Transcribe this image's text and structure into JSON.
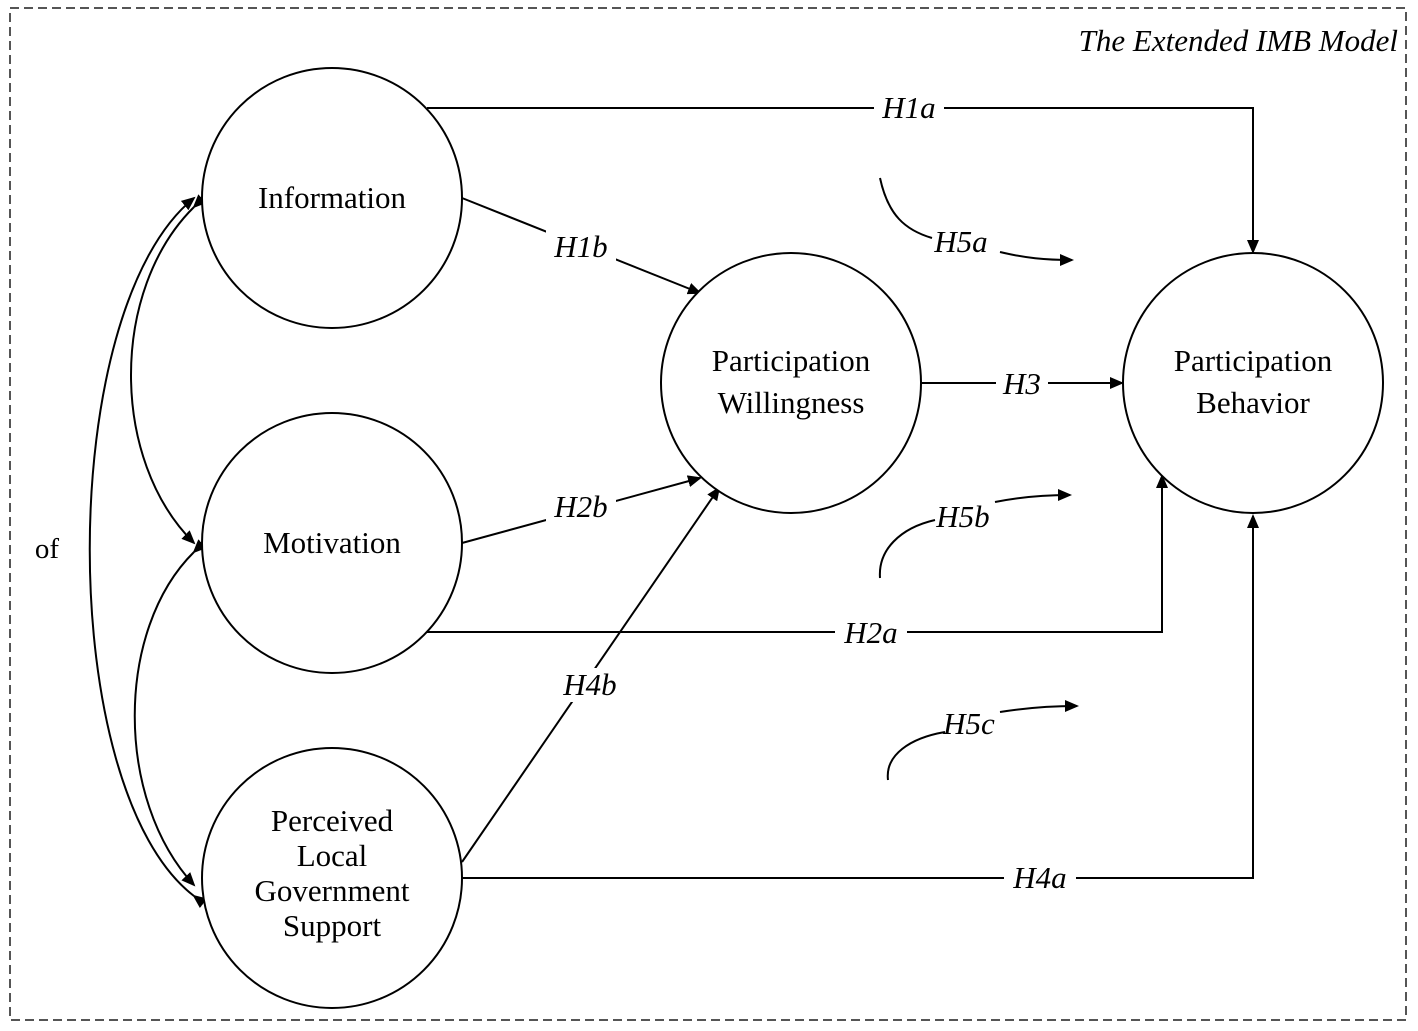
{
  "title": "The Extended IMB Model",
  "side_label": "of",
  "nodes": {
    "information": [
      "Information"
    ],
    "motivation": [
      "Motivation"
    ],
    "support": [
      "Perceived",
      "Local",
      "Government",
      "Support"
    ],
    "willingness": [
      "Participation",
      "Willingness"
    ],
    "behavior": [
      "Participation",
      "Behavior"
    ]
  },
  "hypotheses": {
    "h1a": "H1a",
    "h1b": "H1b",
    "h2a": "H2a",
    "h2b": "H2b",
    "h3": "H3",
    "h4a": "H4a",
    "h4b": "H4b",
    "h5a": "H5a",
    "h5b": "H5b",
    "h5c": "H5c"
  },
  "colors": {
    "line": "#000000",
    "frame": "#555555",
    "background": "#ffffff"
  }
}
